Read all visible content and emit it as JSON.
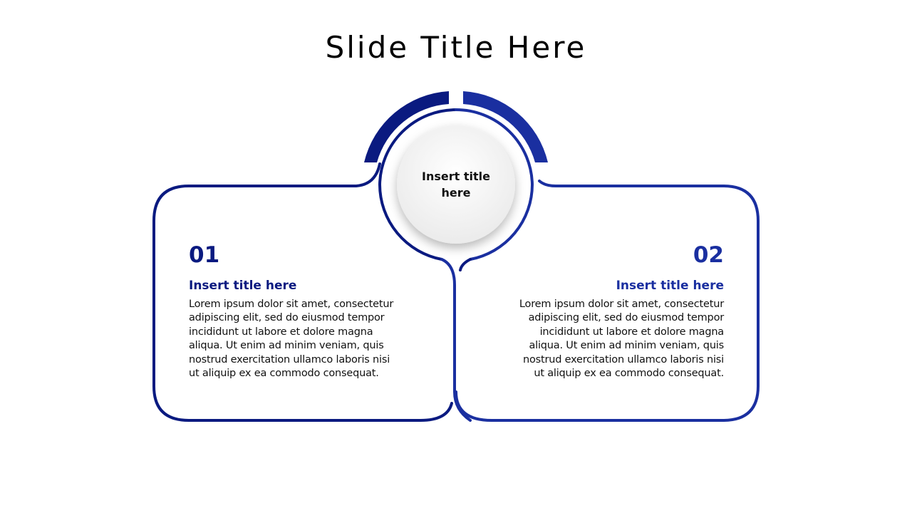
{
  "slide": {
    "title": "Slide Title Here",
    "center": {
      "title": "Insert title here"
    },
    "colors": {
      "dark_blue": "#0a1a80",
      "medium_blue": "#1a2fa0",
      "circle_fill": "#f2f2f2"
    },
    "items": [
      {
        "number": "01",
        "title": "Insert title here",
        "body": "Lorem ipsum dolor sit amet, consectetur adipiscing elit, sed do eiusmod tempor incididunt ut labore et dolore magna aliqua. Ut enim ad minim veniam, quis nostrud exercitation ullamco laboris nisi ut aliquip ex ea commodo consequat.",
        "color": "#0a1a80",
        "align": "left"
      },
      {
        "number": "02",
        "title": "Insert title here",
        "body": "Lorem ipsum dolor sit amet, consectetur adipiscing elit, sed do eiusmod tempor incididunt ut labore et dolore magna aliqua. Ut enim ad minim veniam, quis nostrud exercitation ullamco laboris nisi ut aliquip ex ea commodo consequat.",
        "color": "#1a2fa0",
        "align": "right"
      }
    ]
  }
}
